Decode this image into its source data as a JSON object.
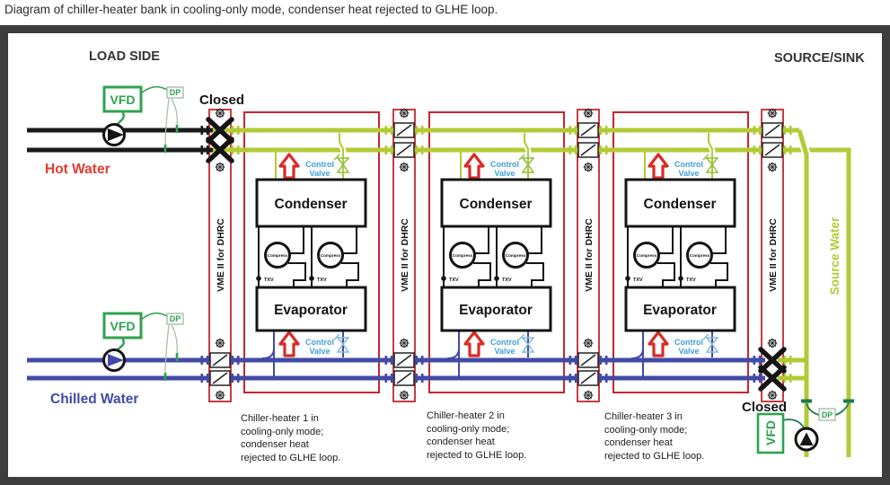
{
  "caption": "Diagram of chiller-heater bank in cooling-only mode, condenser heat rejected to GLHE loop.",
  "header": {
    "load_side": "LOAD SIDE",
    "source_sink": "SOURCE/SINK"
  },
  "loops": {
    "hot_water": "Hot Water",
    "chilled_water": "Chilled Water",
    "source_water": "Source Water"
  },
  "equipment": {
    "vfd": "VFD",
    "dp": "DP",
    "vme_column": "VME II for DHRC",
    "condenser": "Condenser",
    "evaporator": "Evaporator",
    "compressor": "Compress",
    "txv": "TXV",
    "control_line1": "Control",
    "control_line2": "Valve",
    "closed_top": "Closed",
    "closed_bottom": "Closed"
  },
  "chillers": [
    {
      "caption_lines": [
        "Chiller-heater 1 in",
        "cooling-only mode;",
        "condenser heat",
        "rejected to GLHE loop."
      ]
    },
    {
      "caption_lines": [
        "Chiller-heater 2 in",
        "cooling-only mode;",
        "condenser heat",
        "rejected to GLHE loop."
      ]
    },
    {
      "caption_lines": [
        "Chiller-heater 3 in",
        "cooling-only mode;",
        "condenser heat",
        "rejected to GLHE loop."
      ]
    }
  ],
  "colors": {
    "source_pipe": "#b2ca35",
    "chilled_pipe": "#424aa6",
    "hot_pipe": "#1a1a1a",
    "equipment_green": "#2fa24f",
    "control_text_blue": "#3f9fd8",
    "diagram_red": "#c5262c",
    "arrow_red": "#d92b26",
    "hot_label_red": "#e23b30",
    "wire_teal": "#1d7a52",
    "frame_gray": "#3d3d3d"
  }
}
